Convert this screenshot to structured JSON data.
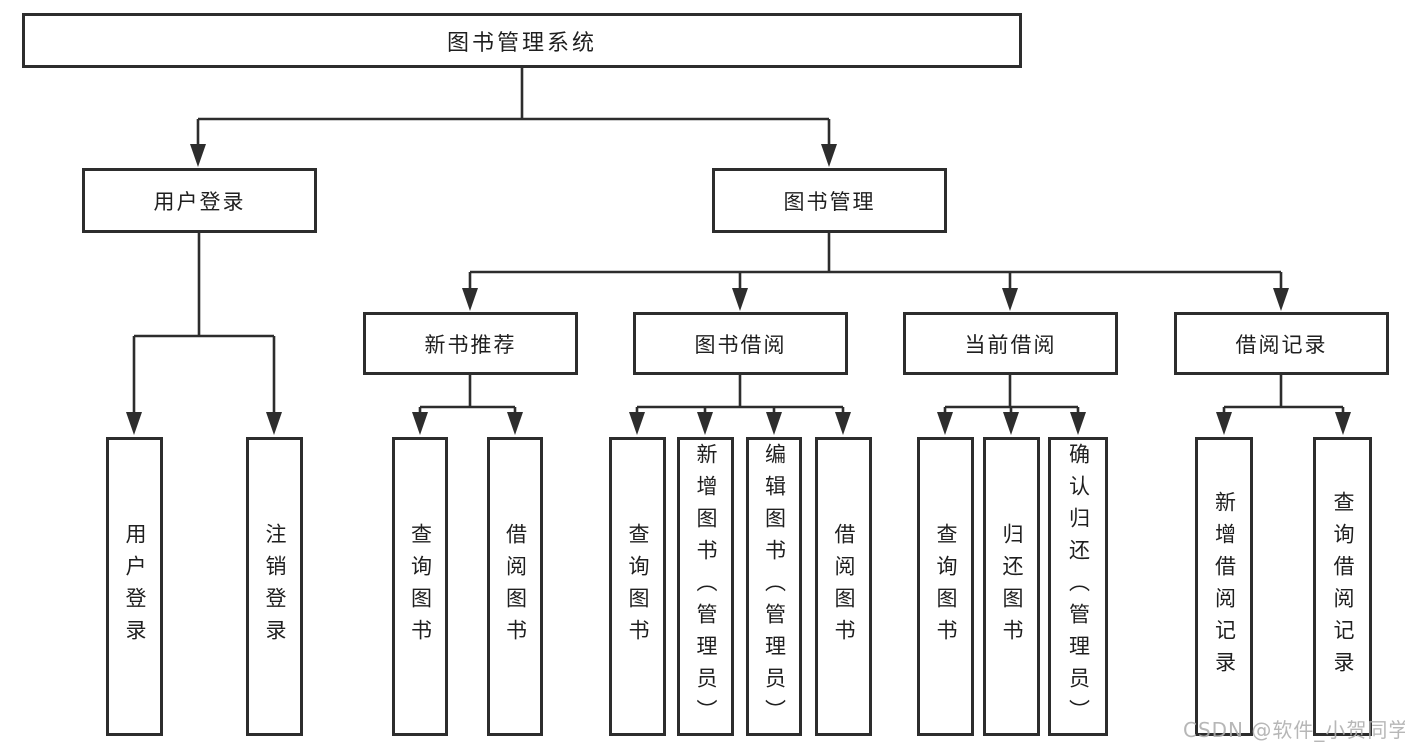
{
  "tree": {
    "root": {
      "label": "图书管理系统"
    },
    "branches": [
      {
        "label": "用户登录",
        "children": [
          {
            "label": "用户登录"
          },
          {
            "label": "注销登录"
          }
        ]
      },
      {
        "label": "图书管理",
        "children": [
          {
            "label": "新书推荐",
            "children": [
              {
                "label": "查询图书"
              },
              {
                "label": "借阅图书"
              }
            ]
          },
          {
            "label": "图书借阅",
            "children": [
              {
                "label": "查询图书"
              },
              {
                "label": "新增图书（管理员）"
              },
              {
                "label": "编辑图书（管理员）"
              },
              {
                "label": "借阅图书"
              }
            ]
          },
          {
            "label": "当前借阅",
            "children": [
              {
                "label": "查询图书"
              },
              {
                "label": "归还图书"
              },
              {
                "label": "确认归还（管理员）"
              }
            ]
          },
          {
            "label": "借阅记录",
            "children": [
              {
                "label": "新增借阅记录"
              },
              {
                "label": "查询借阅记录"
              }
            ]
          }
        ]
      }
    ]
  },
  "watermark": "CSDN @软件_小贺同学",
  "colors": {
    "line": "#2d2d2d",
    "text": "#1f1f1f",
    "background": "#ffffff",
    "watermark": "#afafaf"
  }
}
